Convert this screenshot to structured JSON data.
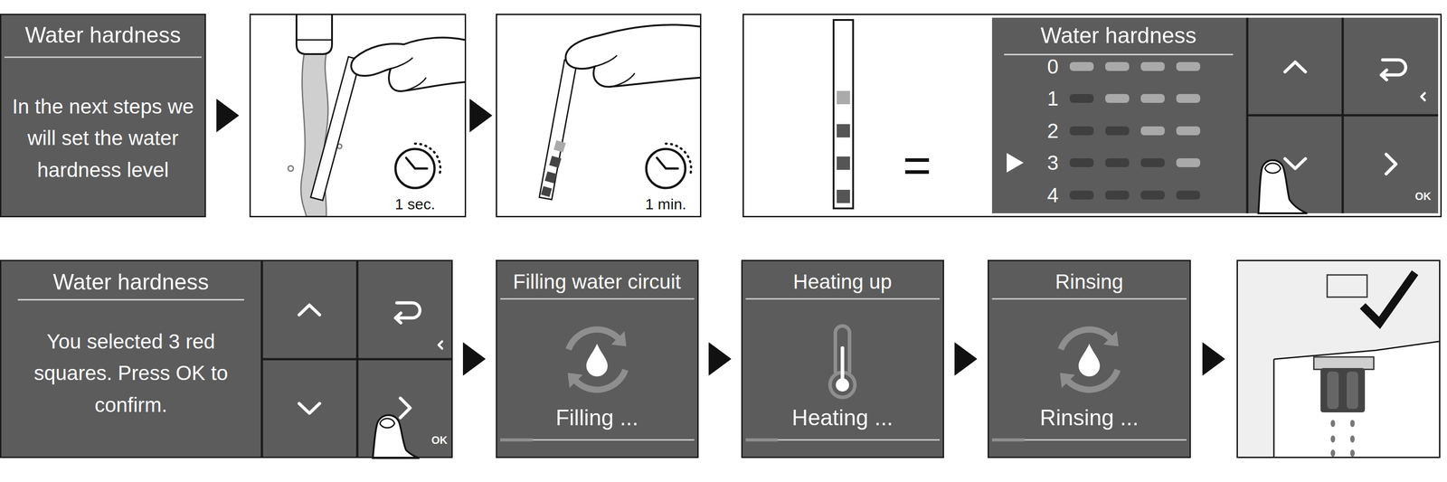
{
  "diagram": {
    "nodes": [
      {
        "text": [
          "Water hardness",
          "In the next steps we will set the water hardness level"
        ]
      },
      {
        "text": [
          "1 sec."
        ]
      },
      {
        "text": [
          "1 min."
        ]
      },
      {
        "text": [
          "="
        ]
      },
      {
        "text": [
          "Water hardness",
          "0",
          "1",
          "2",
          "3",
          "4",
          "OK"
        ],
        "in": 3
      },
      {
        "text": [
          "Water hardness",
          "You selected 3 red squares. Press OK to confirm.",
          "OK"
        ]
      },
      {
        "text": [
          "Filling water circuit",
          "Filling ..."
        ]
      },
      {
        "text": [
          "Heating up",
          "Heating ..."
        ]
      },
      {
        "text": [
          "Rinsing",
          "Rinsing ..."
        ]
      },
      {
        "text": []
      }
    ],
    "edges": [
      {
        "from": 0,
        "to": 1,
        "arrow": "to"
      },
      {
        "from": 1,
        "to": 2,
        "arrow": "to"
      },
      {
        "from": 5,
        "to": 6,
        "arrow": "to"
      },
      {
        "from": 6,
        "to": 7,
        "arrow": "to"
      },
      {
        "from": 7,
        "to": 8,
        "arrow": "to"
      },
      {
        "from": 8,
        "to": 9,
        "arrow": "to"
      }
    ]
  }
}
